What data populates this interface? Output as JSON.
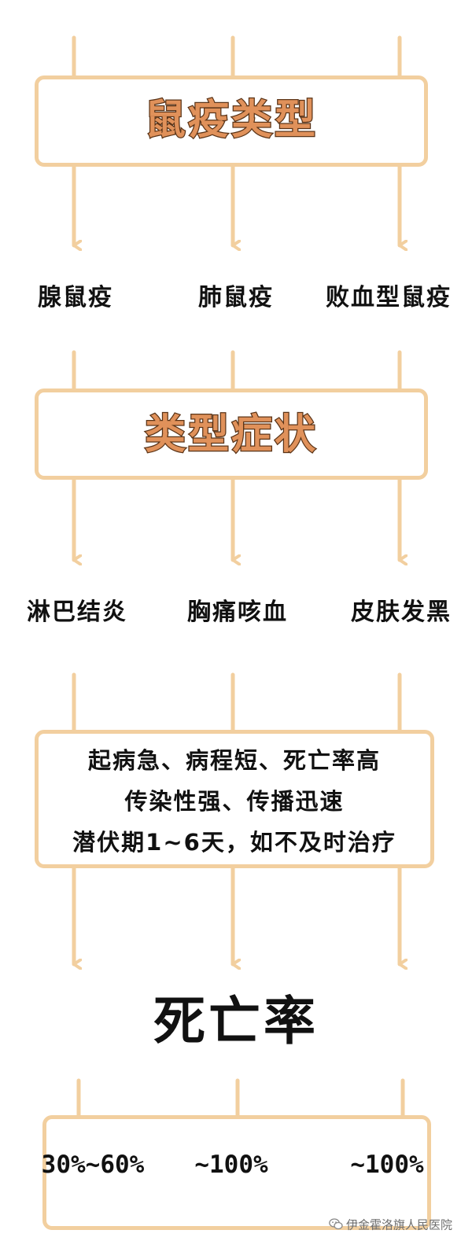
{
  "headers": {
    "types_title": "鼠疫类型",
    "symptoms_title": "类型症状"
  },
  "plague_types": [
    "腺鼠疫",
    "肺鼠疫",
    "败血型鼠疫"
  ],
  "symptoms": [
    "淋巴结炎",
    "胸痛咳血",
    "皮肤发黑"
  ],
  "description_lines": [
    "起病急、病程短、死亡率高",
    "传染性强、传播迅速",
    "潜伏期1~6天，如不及时治疗"
  ],
  "mortality": {
    "title": "死亡率",
    "values": [
      "30%~60%",
      "~100%",
      "~100%"
    ]
  },
  "watermark": {
    "icon": "wechat-icon",
    "text": "伊金霍洛旗人民医院"
  },
  "colors": {
    "box_border": "#f2cf9f",
    "connector": "#f2cf9f",
    "title_fill": "#e0915a",
    "title_outline": "#5a3418",
    "text": "#111111"
  }
}
